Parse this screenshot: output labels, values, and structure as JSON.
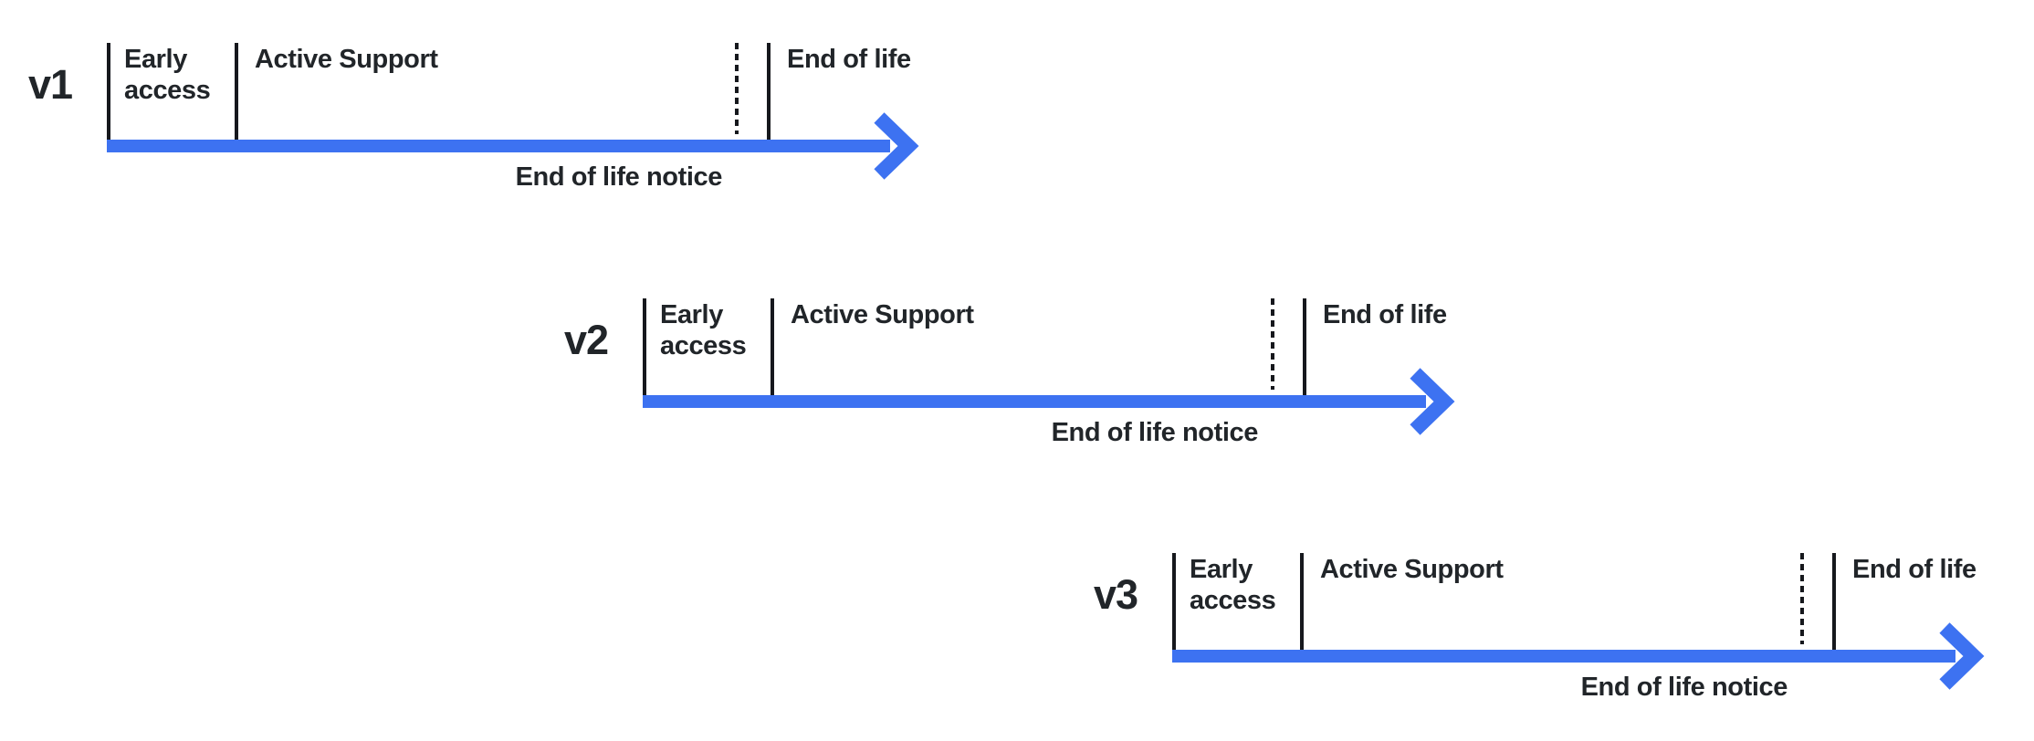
{
  "colors": {
    "background": "#ffffff",
    "arrow": "#3d72f1",
    "text": "#212529",
    "tick": "#16181d"
  },
  "timelines": [
    {
      "version": "v1",
      "phases": {
        "early_access": "Early access",
        "active_support": "Active Support",
        "end_of_life": "End of life",
        "end_of_life_notice": "End of life notice"
      }
    },
    {
      "version": "v2",
      "phases": {
        "early_access": "Early access",
        "active_support": "Active Support",
        "end_of_life": "End of life",
        "end_of_life_notice": "End of life notice"
      }
    },
    {
      "version": "v3",
      "phases": {
        "early_access": "Early access",
        "active_support": "Active Support",
        "end_of_life": "End of life",
        "end_of_life_notice": "End of life notice"
      }
    }
  ]
}
